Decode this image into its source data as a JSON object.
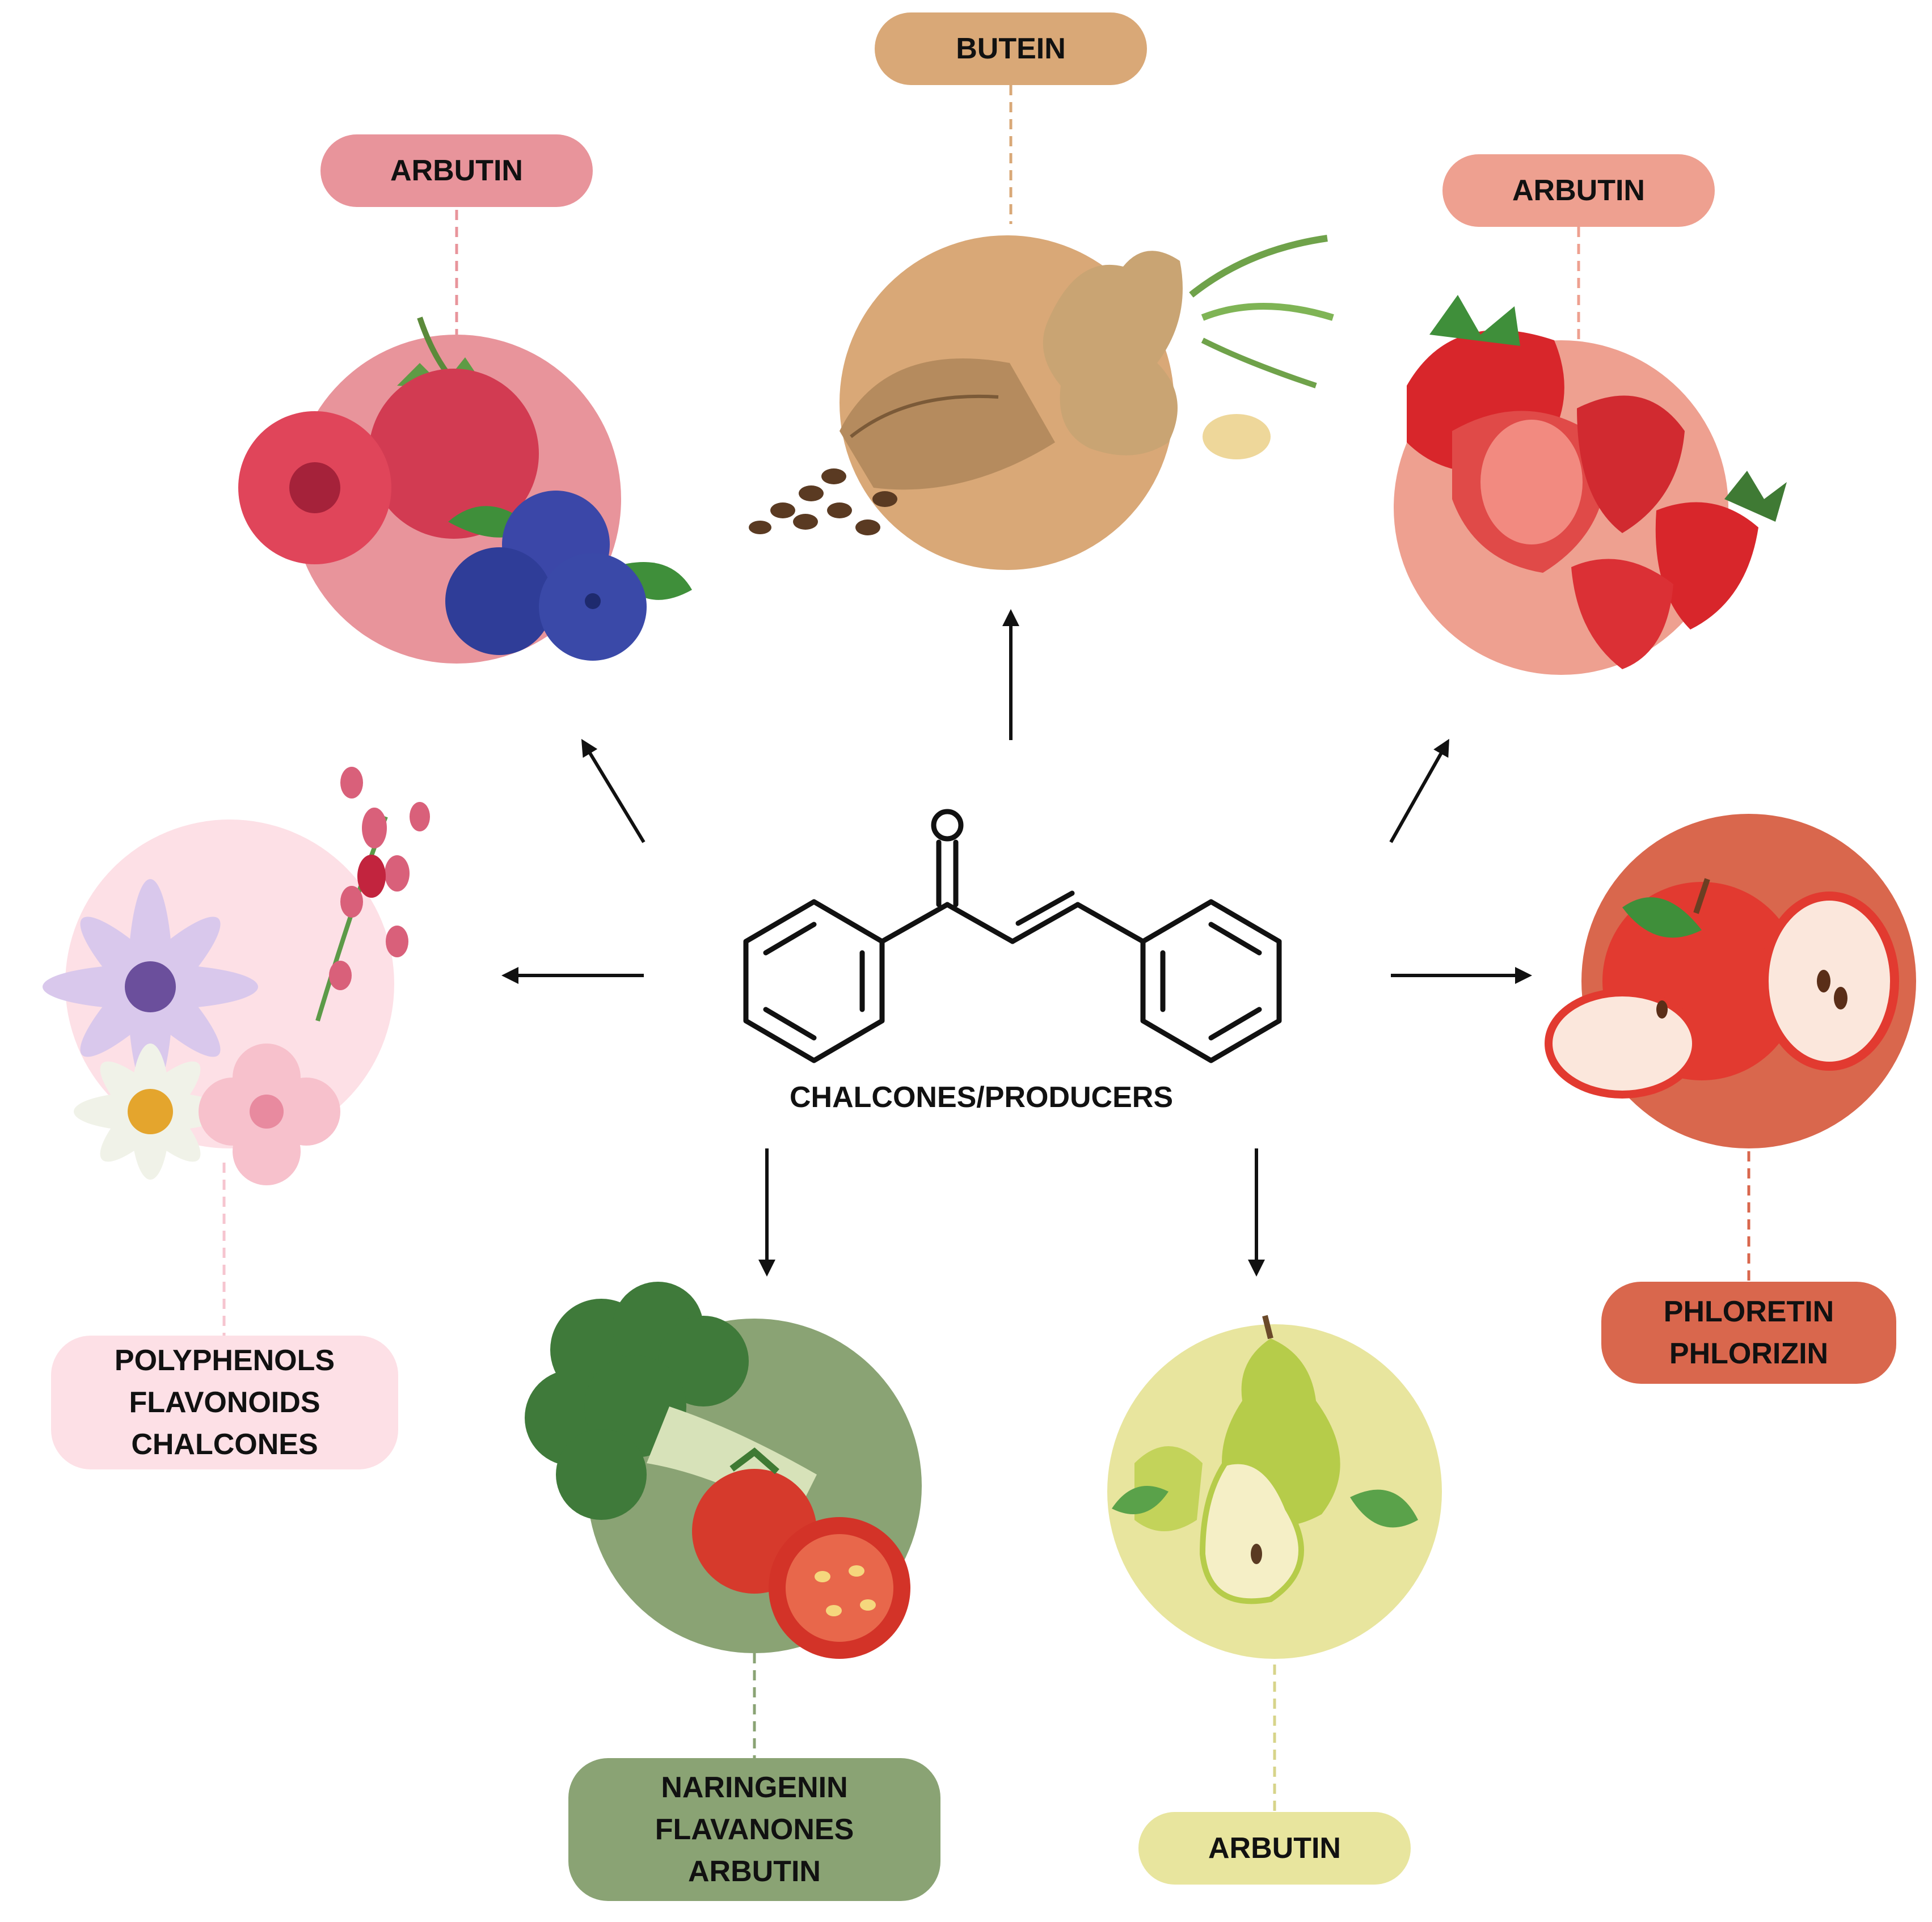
{
  "center": {
    "label": "CHALCONES/PRODUCERS"
  },
  "sources": [
    {
      "id": "berries",
      "illustration": "raspberry-blueberry-icon",
      "circle_color": "#e8949b",
      "pill_color": "#e8949b",
      "lines": [
        "ARBUTIN"
      ]
    },
    {
      "id": "coffee-ginger",
      "illustration": "coffee-ginger-icon",
      "circle_color": "#d9a877",
      "pill_color": "#d9a877",
      "lines": [
        "BUTEIN"
      ]
    },
    {
      "id": "strawberry",
      "illustration": "strawberry-icon",
      "circle_color": "#eea090",
      "pill_color": "#eea090",
      "lines": [
        "ARBUTIN"
      ]
    },
    {
      "id": "flowers",
      "illustration": "flowers-icon",
      "circle_color": "#fde0e6",
      "pill_color": "#fde0e6",
      "lines": [
        "POLYPHENOLS",
        "FLAVONOIDS",
        "CHALCONES"
      ]
    },
    {
      "id": "apple",
      "illustration": "apple-icon",
      "circle_color": "#d9674d",
      "pill_color": "#d9674d",
      "lines": [
        "PHLORETIN",
        "PHLORIZIN"
      ]
    },
    {
      "id": "broccoli-tomato",
      "illustration": "broccoli-tomato-icon",
      "circle_color": "#8aa374",
      "pill_color": "#8aa374",
      "lines": [
        "NARINGENIN",
        "FLAVANONES",
        "ARBUTIN"
      ]
    },
    {
      "id": "pear",
      "illustration": "pear-icon",
      "circle_color": "#e8e59e",
      "pill_color": "#e8e59e",
      "lines": [
        "ARBUTIN"
      ]
    }
  ]
}
